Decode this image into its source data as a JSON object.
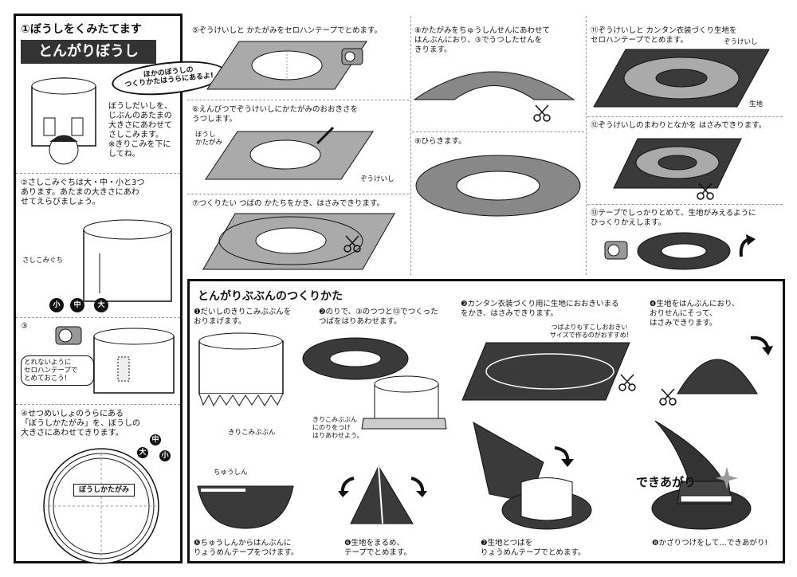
{
  "left_panel": {
    "header": "①ぼうしをくみたてます",
    "title": "とんがりぼうし",
    "callout": "ほかのぼうしの\nつくりかたはうらにあるよ!",
    "step1_text": "ぼうしだいしを、\nじぶんのあたまの\n大きさにあわせて\nさしこみます。\n※きりこみを下に\nしてね。",
    "step2_text": "②さしこみぐちは大・中・小と3つ\nあります。あたまの大きさにあわ\nせてえらびましょう。",
    "step2_label": "さしこみぐち",
    "size_small": "小",
    "size_medium": "中",
    "size_large": "大",
    "step3_num": "③",
    "step3_note": "とれないように\nセロハンテープで\nとめておこう!",
    "step4_text": "④せつめいしょのうらにある\n「ぼうしかたがみ」を、ぼうしの\n大きさにあわせてきります。",
    "step4_label": "ぼうしかたがみ",
    "step4_large": "大",
    "step4_medium": "中",
    "step4_small": "小"
  },
  "steps_top": {
    "s5": "⑤ぞうけいしと かたがみをセロハンテープでとめます。",
    "s6": "⑥えんぴつでぞうけいしにかたがみのおおきさを\n うつします。",
    "s6_label_a": "ぼうし\nかたがみ",
    "s6_label_b": "ぞうけいし",
    "s7": "⑦つくりたい つばの かたちをかき、はさみできります。",
    "s8": "⑧かたがみをちゅうしんせんにあわせて\n はんぶんにおり、③でうつしたせんを\n きります。",
    "s9": "⑨ひらきます。",
    "s11": "⑪ぞうけいしと カンタン衣装づくり生地を\n セロハンテープでとめます。",
    "s11_label_a": "ぞうけいし",
    "s11_label_b": "生地",
    "s12": "⑫ぞうけいしのまわりとなかを はさみできります。",
    "s13": "⑬テープでしっかりとめて、生地がみえるように\n ひっくりかえします。"
  },
  "bottom_panel": {
    "title": "とんがりぶぶんのつくりかた",
    "b1": "❶だいしのきりこみぶぶんを\n おりまげます。",
    "b1_label": "きりこみぶぶん",
    "b2": "❷のりで、③のつつと⑬でつくった\n つばをはりあわせます。",
    "b2_label": "きりこみぶぶん\nにのりをつけ\nはりあわせよう。",
    "b3": "❸カンタン衣装づくり用に生地におおきいまる\n をかき、はさみできります。",
    "b3_note": "つばよりもすこしおおきい\nサイズで作るのがおすすめ!",
    "b4": "❹生地をはんぶんにおり、\n おりせんにそって、\n はさみできります。",
    "b5": "❺ちゅうしんからはんぶんに\n りょうめんテープをつけます。",
    "b5_label": "ちゅうしん",
    "b6": "❻生地をまるめ、\n テープでとめます。",
    "b7": "❼生地とつばを\n りょうめんテープでとめます。",
    "b8": "❽かざりつけをして…できあがり!",
    "b8_done": "できあがり"
  },
  "colors": {
    "dark": "#333333",
    "fabric": "#3a3a3a",
    "gray": "#888888",
    "light": "#d8d8d8"
  }
}
